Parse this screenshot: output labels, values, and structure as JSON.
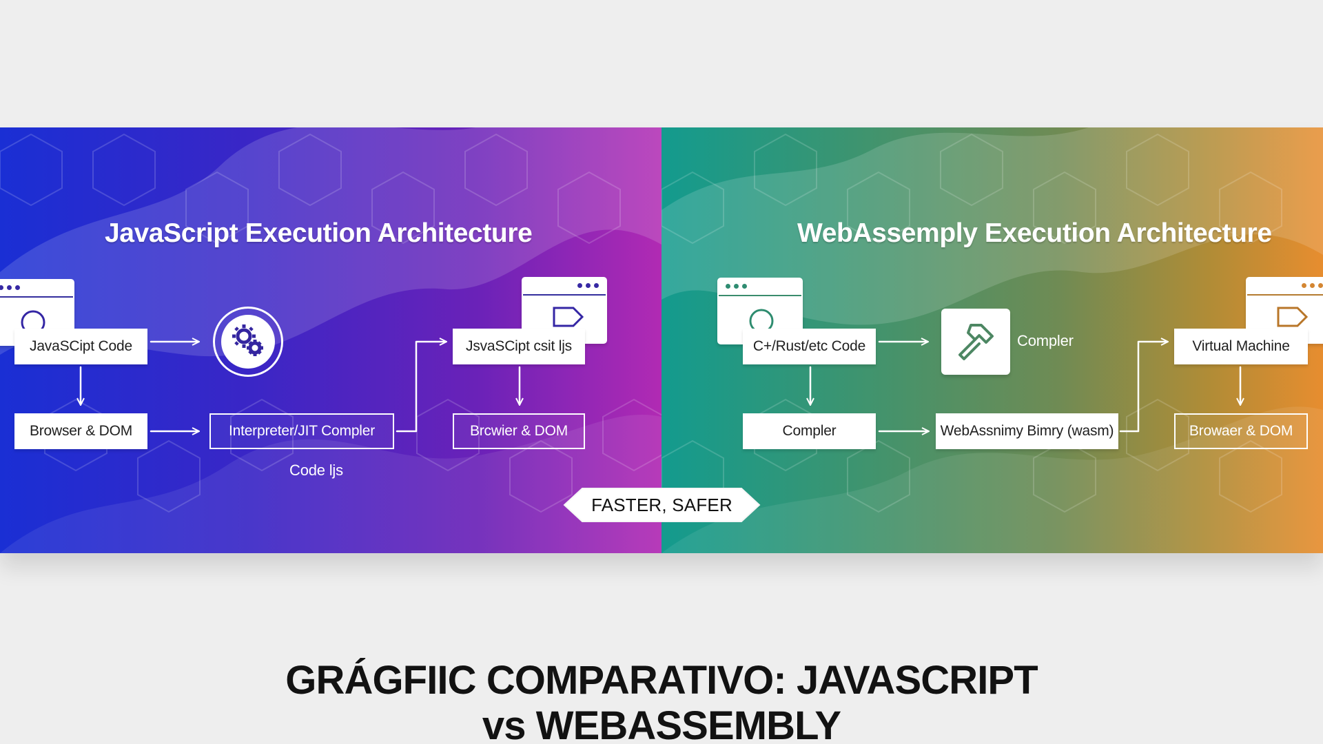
{
  "left_panel": {
    "title": "JavaScript Execution Architecture",
    "nodes": {
      "javascript_code": "JavaSCipt Code",
      "code_js": "Code ljs",
      "javascript_output": "JsvaSCipt csit ljs",
      "browser_dom_input": "Browser & DOM",
      "interpreter": "Interpreter/JIT Compler",
      "browser_dom_output": "Brcwier & DOM"
    }
  },
  "right_panel": {
    "title": "WebAssemply Execution Architecture",
    "nodes": {
      "source_code": "C+/Rust/etc Code",
      "compiler_label": "Compler",
      "virtual_machine": "Virtual Machine",
      "compiler_box": "Compler",
      "binary": "WebAssnimy Bimry (wasm)",
      "browser_dom_output": "Browaer & DOM"
    }
  },
  "comparison_badge": "FASTER, SAFER",
  "page_title": {
    "line1": "GRÁGFIIC COMPARATIVO: JAVASCRIPT",
    "line2": "vs WEBASSEMBLY"
  },
  "colors": {
    "background": "#eeeeee",
    "left_gradient_start": "#1a2fd4",
    "left_gradient_end": "#b12ab3",
    "right_gradient_start": "#139b8e",
    "right_gradient_end": "#e78d2f",
    "box_fill": "#ffffff",
    "diagram_text": "#1f1f1f",
    "title_text": "#121212"
  },
  "icons": [
    "browser-window-icon",
    "gear-icon",
    "hammer-icon",
    "play-icon"
  ]
}
